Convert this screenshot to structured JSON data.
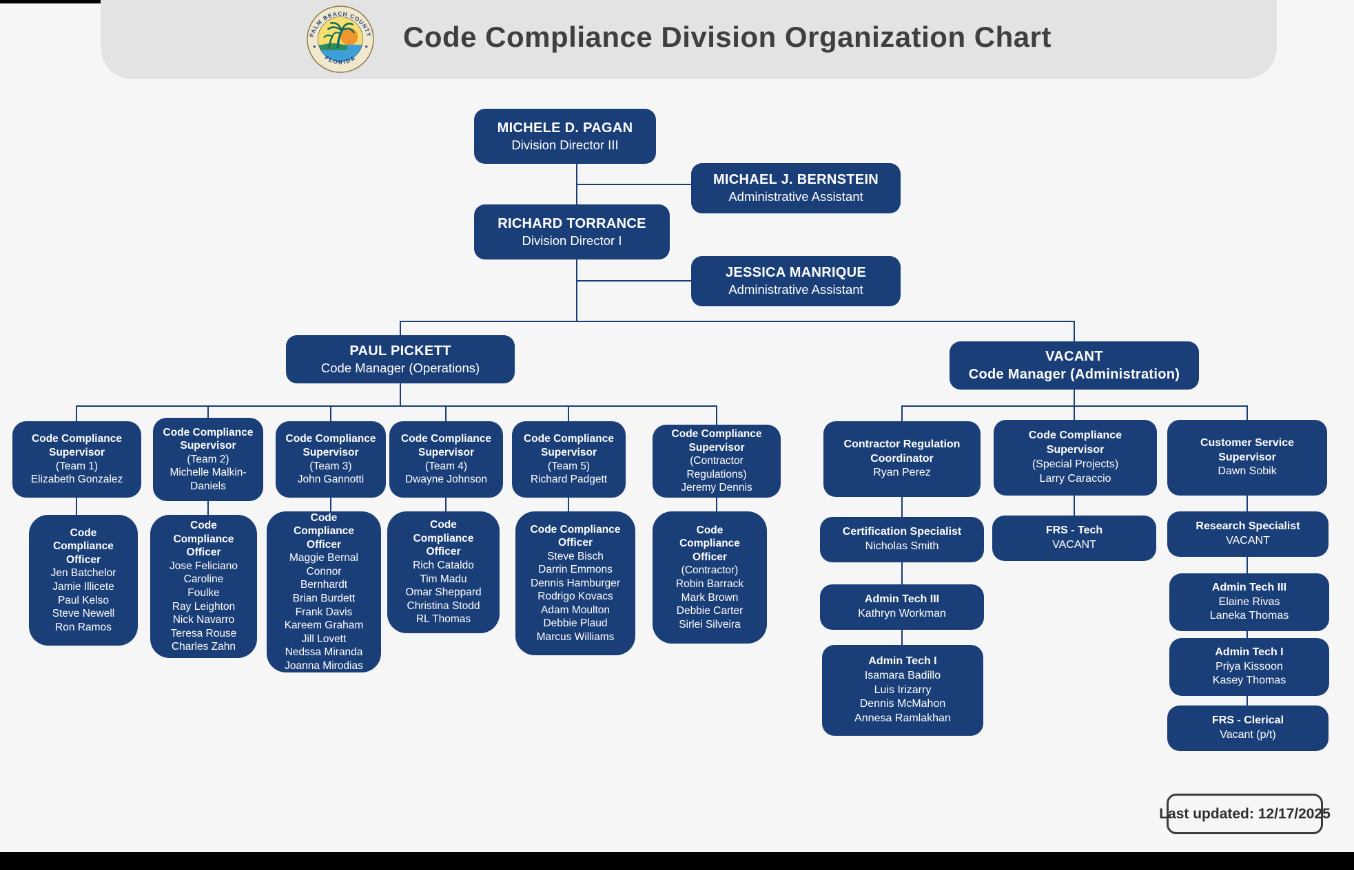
{
  "page": {
    "title": "Code Compliance Division Organization Chart",
    "last_updated": "Last updated: 12/17/2025",
    "logo": {
      "top_text": "PALM BEACH COUNTY",
      "bottom_text": "FLORIDA"
    }
  },
  "colors": {
    "box_navy": "#1a3e78",
    "connector": "#1a3e78",
    "header_gray": "#e3e3e3",
    "page_bg": "#f6f6f6",
    "footer_bar": "#000000"
  },
  "org": {
    "michele": {
      "head": "MICHELE D. PAGAN",
      "lines": [
        "Division Director III"
      ]
    },
    "bernstein": {
      "head": "MICHAEL J. BERNSTEIN",
      "lines": [
        "Administrative Assistant"
      ]
    },
    "torrance": {
      "head": "RICHARD TORRANCE",
      "lines": [
        "Division Director I"
      ]
    },
    "manrique": {
      "head": "JESSICA MANRIQUE",
      "lines": [
        "Administrative Assistant"
      ]
    },
    "pickett": {
      "head": "PAUL PICKETT",
      "lines": [
        "Code Manager (Operations)"
      ]
    },
    "vacant_admin": {
      "head": [
        "VACANT",
        "Code Manager (Administration)"
      ],
      "lines": []
    },
    "team1": {
      "head": "Code Compliance Supervisor",
      "lines": [
        "(Team 1)",
        "Elizabeth Gonzalez"
      ]
    },
    "team2": {
      "head": "Code Compliance Supervisor",
      "lines": [
        "(Team 2)",
        "Michelle Malkin-Daniels"
      ]
    },
    "team3": {
      "head": "Code Compliance Supervisor",
      "lines": [
        "(Team 3)",
        "John Gannotti"
      ]
    },
    "team4": {
      "head": "Code Compliance Supervisor",
      "lines": [
        "(Team 4)",
        "Dwayne Johnson"
      ]
    },
    "team5": {
      "head": "Code Compliance Supervisor",
      "lines": [
        "(Team 5)",
        "Richard Padgett"
      ]
    },
    "contractor_sup": {
      "head": "Code Compliance Supervisor",
      "lines": [
        "(Contractor Regulations)",
        "Jeremy Dennis"
      ]
    },
    "off_team1": {
      "head": "Code Compliance Officer",
      "lines": [
        "Jen Batchelor",
        "Jamie Illicete",
        "Paul Kelso",
        "Steve Newell",
        "Ron Ramos"
      ]
    },
    "off_team2": {
      "head": "Code Compliance Officer",
      "lines": [
        "Jose Feliciano",
        "Caroline Foulke",
        "Ray Leighton",
        "Nick Navarro",
        "Teresa Rouse",
        "Charles Zahn"
      ]
    },
    "off_team3": {
      "head": "Code Compliance Officer",
      "lines": [
        "Maggie Bernal",
        "Connor Bernhardt",
        "Brian Burdett",
        "Frank Davis",
        "Kareem Graham",
        "Jill Lovett",
        "Nedssa Miranda",
        "Joanna Mirodias"
      ]
    },
    "off_team4": {
      "head": "Code Compliance Officer",
      "lines": [
        "Rich Cataldo",
        "Tim Madu",
        "Omar Sheppard",
        "Christina Stodd",
        "RL Thomas"
      ]
    },
    "off_team5": {
      "head": "Code Compliance Officer",
      "lines": [
        "Steve Bisch",
        "Darrin Emmons",
        "Dennis Hamburger",
        "Rodrigo Kovacs",
        "Adam Moulton",
        "Debbie Plaud",
        "Marcus Williams"
      ]
    },
    "off_contractor": {
      "head": "Code Compliance Officer",
      "qualifier": "(Contractor)",
      "lines": [
        "Robin Barrack",
        "Mark Brown",
        "Debbie Carter",
        "Sirlei Silveira"
      ]
    },
    "coordinator": {
      "head": "Contractor Regulation Coordinator",
      "lines": [
        "Ryan Perez"
      ]
    },
    "special_projects": {
      "head": "Code Compliance Supervisor",
      "qualifier": "(Special Projects)",
      "lines": [
        "Larry Caraccio"
      ]
    },
    "customer_service": {
      "head": "Customer Service Supervisor",
      "lines": [
        "Dawn Sobik"
      ]
    },
    "certification": {
      "head": "Certification Specialist",
      "lines": [
        "Nicholas Smith"
      ]
    },
    "admin_tech3_a": {
      "head": "Admin Tech III",
      "lines": [
        "Kathryn Workman"
      ]
    },
    "admin_tech1_a": {
      "head": "Admin Tech I",
      "lines": [
        "Isamara Badillo",
        "Luis Irizarry",
        "Dennis McMahon",
        "Annesa Ramlakhan"
      ]
    },
    "frs_tech": {
      "head": "FRS - Tech",
      "lines": [
        "VACANT"
      ]
    },
    "research": {
      "head": "Research Specialist",
      "lines": [
        "VACANT"
      ]
    },
    "admin_tech3_b": {
      "head": "Admin Tech III",
      "lines": [
        "Elaine Rivas",
        "Laneka Thomas"
      ]
    },
    "admin_tech1_b": {
      "head": "Admin Tech I",
      "lines": [
        "Priya Kissoon",
        "Kasey Thomas"
      ]
    },
    "frs_clerical": {
      "head": "FRS - Clerical",
      "lines": [
        "Vacant (p/t)"
      ]
    }
  }
}
